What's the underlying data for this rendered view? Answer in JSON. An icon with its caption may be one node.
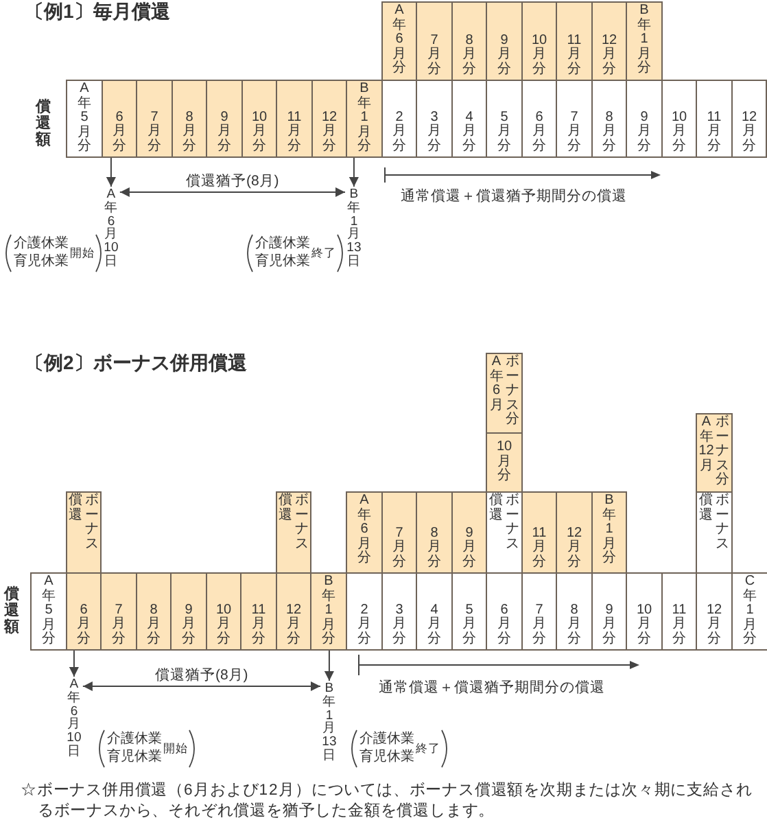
{
  "diagram": {
    "nodes": [
      {
        "text": [
          "A年6月分"
        ]
      },
      {
        "text": [
          "7月分"
        ]
      },
      {
        "text": [
          "8月分"
        ]
      },
      {
        "text": [
          "9月分"
        ]
      },
      {
        "text": [
          "10月分"
        ]
      },
      {
        "text": [
          "11月分"
        ]
      },
      {
        "text": [
          "12月分"
        ]
      },
      {
        "text": [
          "B年1月分"
        ]
      },
      {
        "text": [
          "A年5月分"
        ]
      },
      {
        "text": [
          "6月分"
        ]
      },
      {
        "text": [
          "7月分"
        ]
      },
      {
        "text": [
          "8月分"
        ]
      },
      {
        "text": [
          "9月分"
        ]
      },
      {
        "text": [
          "10月分"
        ]
      },
      {
        "text": [
          "11月分"
        ]
      },
      {
        "text": [
          "12月分"
        ]
      },
      {
        "text": [
          "B年1月分"
        ]
      },
      {
        "text": [
          "2月分"
        ]
      },
      {
        "text": [
          "3月分"
        ]
      },
      {
        "text": [
          "4月分"
        ]
      },
      {
        "text": [
          "5月分"
        ]
      },
      {
        "text": [
          "6月分"
        ]
      },
      {
        "text": [
          "7月分"
        ]
      },
      {
        "text": [
          "8月分"
        ]
      },
      {
        "text": [
          "9月分"
        ]
      },
      {
        "text": [
          "10月分"
        ]
      },
      {
        "text": [
          "11月分"
        ]
      },
      {
        "text": [
          "12月分"
        ]
      },
      {
        "text": [
          "A年6月10日"
        ],
        "beside": [
          "介護休業",
          "育児休業",
          "開始"
        ]
      },
      {
        "text": [
          "B年1月13日"
        ],
        "beside": [
          "介護休業",
          "育児休業",
          "終了"
        ]
      },
      {
        "text": [
          "A年6月",
          "ボーナス分"
        ]
      },
      {
        "text": [
          "10月分"
        ]
      },
      {
        "text": [
          "A年12月",
          "ボーナス分"
        ]
      },
      {
        "text": [
          "ボーナス償還"
        ]
      },
      {
        "text": [
          "ボーナス償還"
        ]
      },
      {
        "text": [
          "A年6月分"
        ]
      },
      {
        "text": [
          "7月分"
        ]
      },
      {
        "text": [
          "8月分"
        ]
      },
      {
        "text": [
          "9月分"
        ]
      },
      {
        "text": [
          "ボーナス償還"
        ]
      },
      {
        "text": [
          "11月分"
        ]
      },
      {
        "text": [
          "12月分"
        ]
      },
      {
        "text": [
          "B年1月分"
        ]
      },
      {
        "text": [
          "ボーナス償還"
        ]
      },
      {
        "text": [
          "A年5月分"
        ]
      },
      {
        "text": [
          "6月分"
        ]
      },
      {
        "text": [
          "7月分"
        ]
      },
      {
        "text": [
          "8月分"
        ]
      },
      {
        "text": [
          "9月分"
        ]
      },
      {
        "text": [
          "10月分"
        ]
      },
      {
        "text": [
          "11月分"
        ]
      },
      {
        "text": [
          "12月分"
        ]
      },
      {
        "text": [
          "B年1月分"
        ]
      },
      {
        "text": [
          "2月分"
        ]
      },
      {
        "text": [
          "3月分"
        ]
      },
      {
        "text": [
          "4月分"
        ]
      },
      {
        "text": [
          "5月分"
        ]
      },
      {
        "text": [
          "6月分"
        ]
      },
      {
        "text": [
          "7月分"
        ]
      },
      {
        "text": [
          "8月分"
        ]
      },
      {
        "text": [
          "9月分"
        ]
      },
      {
        "text": [
          "10月分"
        ]
      },
      {
        "text": [
          "11月分"
        ]
      },
      {
        "text": [
          "12月分"
        ]
      },
      {
        "text": [
          "C年1月分"
        ]
      },
      {
        "text": [
          "A年6月10日"
        ],
        "beside": [
          "介護休業",
          "育児休業",
          "開始"
        ]
      },
      {
        "text": [
          "B年1月13日"
        ],
        "beside": [
          "介護休業",
          "育児休業",
          "終了"
        ]
      }
    ],
    "edges": [
      {
        "from": 9,
        "to": 28,
        "arrow": "to"
      },
      {
        "from": 16,
        "to": 29,
        "arrow": "to"
      },
      {
        "from": 28,
        "to": 29,
        "arrow": "both",
        "label": "償還猶予(8月)"
      },
      {
        "from": 45,
        "to": 65,
        "arrow": "to"
      },
      {
        "from": 52,
        "to": 66,
        "arrow": "to"
      },
      {
        "from": 65,
        "to": 66,
        "arrow": "both",
        "label": "償還猶予(8月)"
      }
    ],
    "labels": [
      "〔例1〕毎月償還",
      "償還額",
      "通常償還＋償還猶予期間分の償還",
      "〔例2〕ボーナス併用償還",
      "償還額",
      "通常償還＋償還猶予期間分の償還",
      "☆ボーナス併用償還（6月および12月）については、ボーナス償還額を次期または次々期に支給されるボーナスから、それぞれ償還を猶予した金額を償還します。"
    ]
  }
}
